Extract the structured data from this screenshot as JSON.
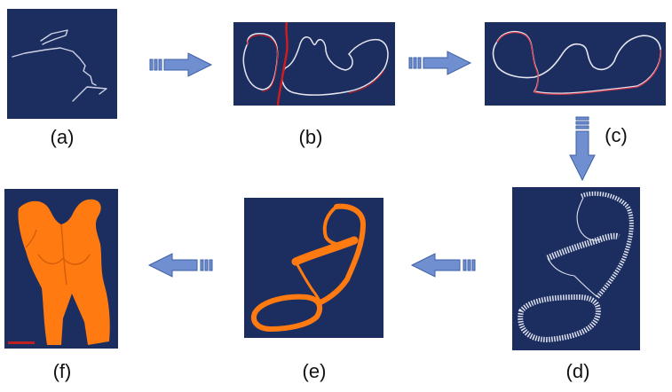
{
  "panels": [
    {
      "label": "(a)"
    },
    {
      "label": "(b)"
    },
    {
      "label": "(c)"
    },
    {
      "label": "(d)"
    },
    {
      "label": "(e)"
    },
    {
      "label": "(f)"
    }
  ],
  "colors": {
    "panel_bg": "#1c2e60",
    "arrow_fill": "#6f8fd0",
    "arrow_stroke": "#3d5fa6",
    "stroke_white": "#e6e6f0",
    "stroke_red": "#d21c1c",
    "orange": "#ff7a10"
  }
}
